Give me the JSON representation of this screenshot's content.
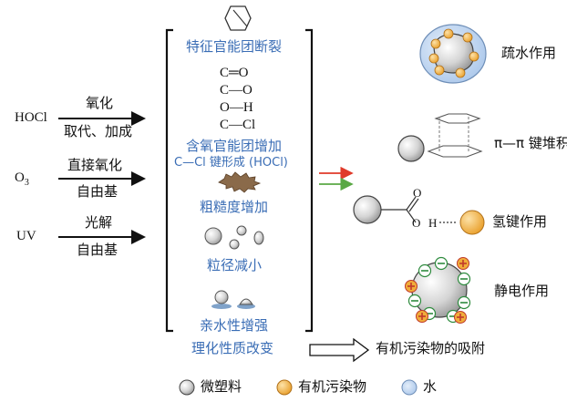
{
  "left": {
    "hocl": "HOCl",
    "hocl_top": "氧化",
    "hocl_bottom": "取代、加成",
    "o3": "O",
    "o3_sub": "3",
    "o3_top": "直接氧化",
    "o3_bottom": "自由基",
    "uv": "UV",
    "uv_top": "光解",
    "uv_bottom": "自由基"
  },
  "center": {
    "step1": "特征官能团断裂",
    "groups": [
      "C═O",
      "C—O",
      "O—H",
      "C—Cl"
    ],
    "step2": "含氧官能团增加",
    "step2_sub": "C—Cl 键形成 (HOCl)",
    "step3": "粗糙度增加",
    "step4": "粒径减小",
    "step5": "亲水性增强",
    "bottom": "理化性质改变",
    "result": "有机污染物的吸附"
  },
  "right": {
    "hydrophobic": "疏水作用",
    "pipi": "π—π 键堆积",
    "hbond": "氢键作用",
    "hbond_o_top": "O",
    "hbond_o": "O",
    "hbond_h": "H",
    "electrostatic": "静电作用"
  },
  "legend": {
    "microplastic": "微塑料",
    "pollutant": "有机污染物",
    "water": "水"
  },
  "colors": {
    "blue_text": "#3a6db5",
    "grey": "#c8c8c8",
    "orange": "#f0ad3a",
    "water": "#c9dcf2",
    "red_arrow": "#e03a2a",
    "green_arrow": "#5aa845",
    "minus": "#2e8b3e",
    "plus": "#e05a2a"
  }
}
